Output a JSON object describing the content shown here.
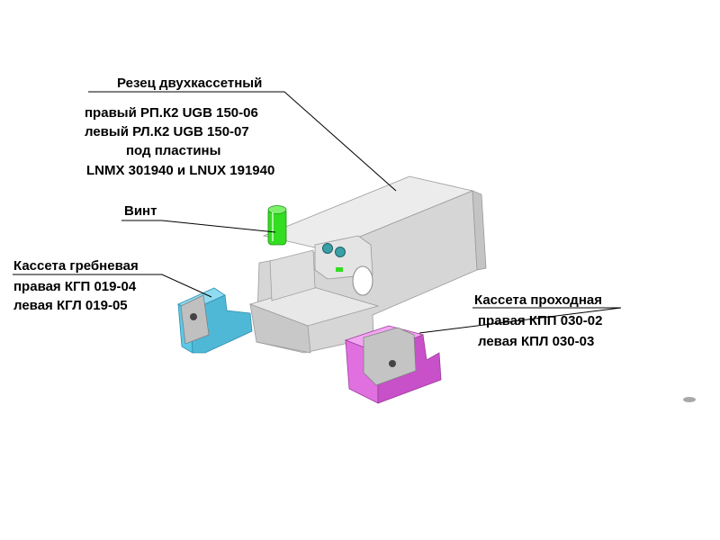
{
  "labels": {
    "cutter_title": "Резец двухкассетный",
    "cutter_right": "правый РП.К2 UGB 150-06",
    "cutter_left": "левый РЛ.К2 UGB 150-07",
    "cutter_inserts": "под пластины",
    "cutter_insert_codes": "LNMX 301940 и LNUX 191940",
    "screw": "Винт",
    "comb_title": "Кассета гребневая",
    "comb_right": "правая КГП 019-04",
    "comb_left": "левая КГЛ 019-05",
    "pass_title": "Кассета проходная",
    "pass_right": "правая КПП 030-02",
    "pass_left": "левая КПЛ 030-03"
  },
  "colors": {
    "body_light": "#e2e2e2",
    "body_mid": "#d0d0d0",
    "body_dark": "#b8b8b8",
    "screw": "#33dd22",
    "comb_cassette": "#5bc8e6",
    "pass_cassette": "#e070e0",
    "leader_line": "#000000"
  }
}
